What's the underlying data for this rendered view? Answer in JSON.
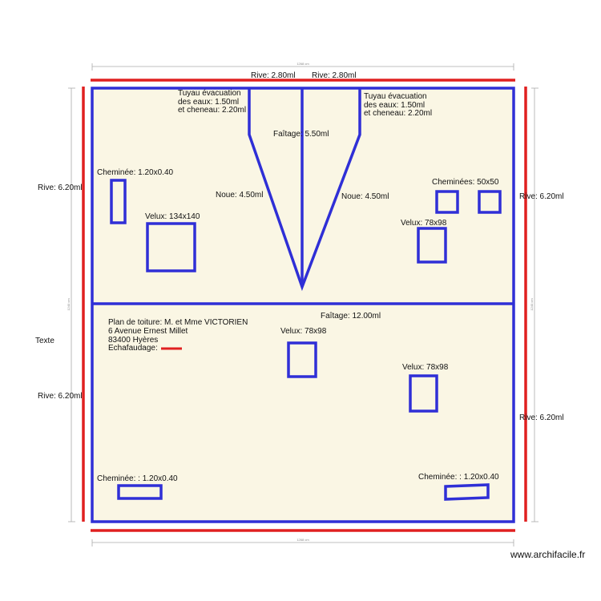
{
  "colors": {
    "fill": "#faf6e4",
    "blue": "#2f2fd6",
    "red": "#e02020",
    "dim": "#999999",
    "text": "#111111"
  },
  "dimensions": {
    "top": "1268 cm",
    "bottom": "1268 cm",
    "left": "1240 cm",
    "right": "1240 cm"
  },
  "labels": {
    "rive_top_left": "Rive: 2.80ml",
    "rive_top_right": "Rive: 2.80ml",
    "tuyau_left": [
      "Tuyau évacuation",
      "des eaux: 1.50ml",
      "et cheneau: 2.20ml"
    ],
    "tuyau_right": [
      "Tuyau évacuation",
      "des eaux: 1.50ml",
      "et cheneau: 2.20ml"
    ],
    "faitage_top": "Faîtage: 5.50ml",
    "noue_left": "Noue: 4.50ml",
    "noue_right": "Noue: 4.50ml",
    "cheminee_top_left": "Cheminée: 1.20x0.40",
    "cheminees_top_right": "Cheminées: 50x50",
    "velux_134": "Velux: 134x140",
    "velux_top_right": "Velux: 78x98",
    "rive_left_upper": "Rive: 6.20ml",
    "rive_left_lower": "Rive: 6.20ml",
    "rive_right_upper": "Rive: 6.20ml",
    "rive_right_lower": "Rive: 6.20ml",
    "texte": "Texte",
    "faitage_middle": "Faîtage: 12.00ml",
    "info": [
      "Plan de toiture: M. et Mme VICTORIEN",
      "6 Avenue Ernest Millet",
      "83400 Hyères",
      "Echafaudage:"
    ],
    "velux_mid": "Velux: 78x98",
    "velux_bottom_right": "Velux: 78x98",
    "cheminee_bottom_left": "Cheminée: : 1.20x0.40",
    "cheminee_bottom_right": "Cheminée: : 1.20x0.40",
    "watermark": "www.archifacile.fr"
  }
}
